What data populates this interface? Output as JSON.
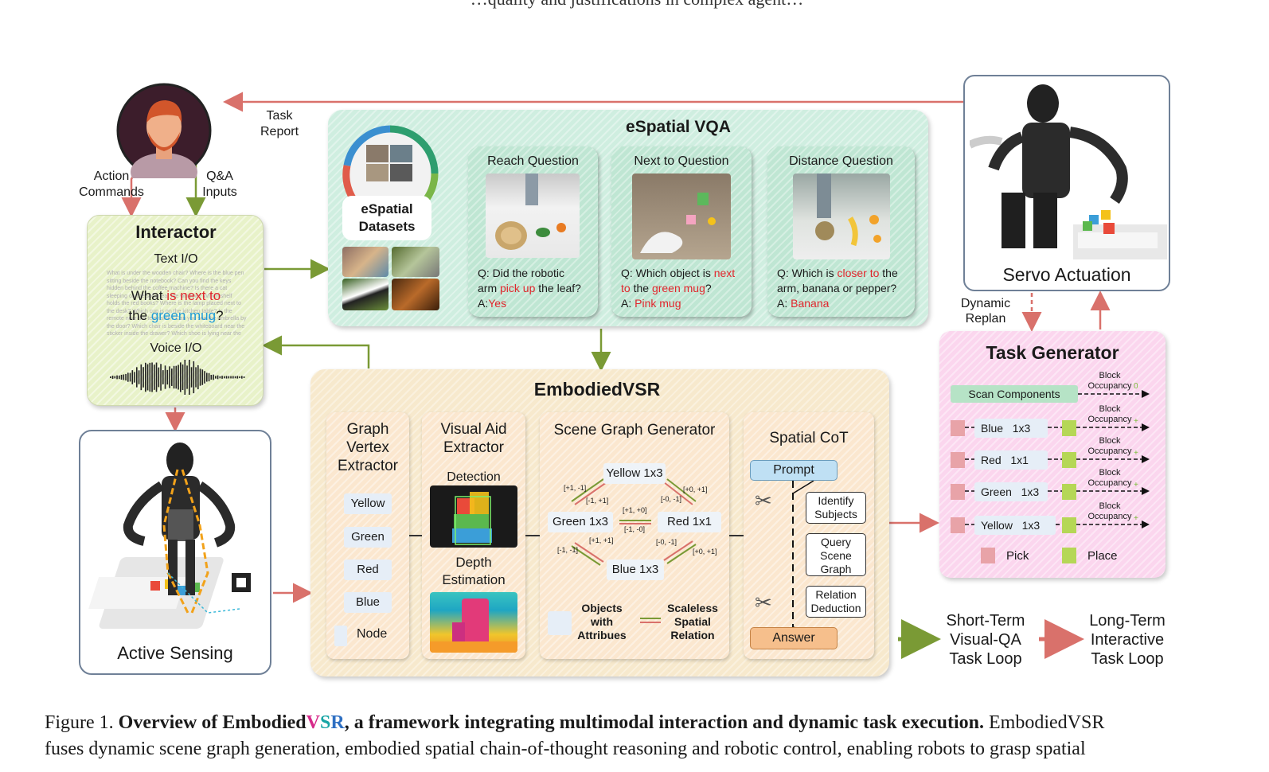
{
  "top_cut_text": "…quality and justifications in complex agent…",
  "user": {
    "task_report": "Task\nReport",
    "action_commands": "Action\nCommands",
    "qa_inputs": "Q&A\nInputs"
  },
  "interactor": {
    "title": "Interactor",
    "text_io": "Text I/O",
    "bg_text": "What is under the wooden chair? Where is the blue pen sitting beside the notebook? Can you find the keys hidden behind the coffee machine? Is there a cat sleeping on the sofa near the window? Which shelf holds the red books? Where is the lamp placed next to the desk? Which cup is on the kitchen table? Is the remote near the television? Can you see the umbrella by the door? Which chair is beside the whiteboard near the sticker inside the drawer? Which shoe is lying near the front door?",
    "q_what": "What",
    "q_next_to": "is next to",
    "q_the": "the",
    "q_green_mug": "green mug",
    "q_mark": "?",
    "voice_io": "Voice I/O"
  },
  "active_sensing": {
    "label": "Active Sensing"
  },
  "espatial": {
    "title": "eSpatial VQA",
    "datasets_label": "eSpatial\nDatasets",
    "reach": {
      "title": "Reach Question",
      "q1": "Q: Did the robotic",
      "q2a": "arm ",
      "q2b": "pick up",
      "q2c": " the leaf?",
      "a_label": "A:",
      "a_value": "Yes"
    },
    "next": {
      "title": "Next to Question",
      "q1a": "Q: Which object is ",
      "q1b": "next",
      "q2a": "to",
      "q2b": " the ",
      "q2c": "green mug",
      "q2d": "?",
      "a_label": "A: ",
      "a_value": "Pink mug"
    },
    "distance": {
      "title": "Distance Question",
      "q1a": "Q: Which is ",
      "q1b": "closer to",
      "q1c": " the",
      "q2": "arm, banana or pepper?",
      "a_label": "A: ",
      "a_value": "Banana"
    }
  },
  "embodied": {
    "title": "EmbodiedVSR",
    "graph_vertex": {
      "title": "Graph\nVertex\nExtractor",
      "items": [
        "Yellow",
        "Green",
        "Red",
        "Blue"
      ],
      "node_label": "Node"
    },
    "visual_aid": {
      "title": "Visual Aid\nExtractor",
      "detection": "Detection",
      "depth": "Depth\nEstimation"
    },
    "scene_graph": {
      "title": "Scene Graph Generator",
      "nodes": [
        {
          "color": "Yellow",
          "size": "1x3"
        },
        {
          "color": "Green",
          "size": "1x3"
        },
        {
          "color": "Red",
          "size": "1x1"
        },
        {
          "color": "Blue",
          "size": "1x3"
        }
      ],
      "edges": [
        "[+1, -1]",
        "[-1, +1]",
        "[+0, +1]",
        "[-0, -1]",
        "[+1, +0]",
        "[-1, -0]",
        "[-1, -1]",
        "[+1, +1]",
        "[-0, -1]",
        "[+0, +1]"
      ],
      "legend_objects": "Objects\nwith\nAttribues",
      "legend_relation": "Scaleless\nSpatial\nRelation"
    },
    "spatial_cot": {
      "title": "Spatial CoT",
      "prompt": "Prompt",
      "steps": [
        "Identify\nSubjects",
        "Query\nScene\nGraph",
        "Relation\nDeduction"
      ],
      "answer": "Answer"
    }
  },
  "servo": {
    "label": "Servo Actuation",
    "dynamic_replan": "Dynamic\nReplan"
  },
  "task_generator": {
    "title": "Task Generator",
    "scan": "Scan Components",
    "occupancy_label": "Block\nOccupancy",
    "scan_mark": "0",
    "row_mark": "+",
    "rows": [
      {
        "color": "Blue",
        "size": "1x3"
      },
      {
        "color": "Red",
        "size": "1x1"
      },
      {
        "color": "Green",
        "size": "1x3"
      },
      {
        "color": "Yellow",
        "size": "1x3"
      }
    ],
    "pick": "Pick",
    "place": "Place"
  },
  "loops": {
    "short": "Short-Term\nVisual-QA\nTask Loop",
    "long": "Long-Term\nInteractive\nTask Loop"
  },
  "caption": {
    "fig": "Figure 1. ",
    "bold1": "Overview of Embodied",
    "v": "V",
    "s": "S",
    "r": "R",
    "bold2": ", a framework integrating multimodal interaction and dynamic task execution.",
    "rest1": " EmbodiedVSR",
    "line2": "fuses dynamic scene graph generation, embodied spatial chain-of-thought reasoning and robotic control, enabling robots to grasp spatial"
  },
  "colors": {
    "arrow_red": "#d9716b",
    "arrow_green": "#7a9a35",
    "accent_red": "#e0262c",
    "accent_blue": "#1f9ad6",
    "v_magenta": "#d62a8a",
    "s_teal": "#17a5a5",
    "r_blue": "#2e6fc2"
  }
}
